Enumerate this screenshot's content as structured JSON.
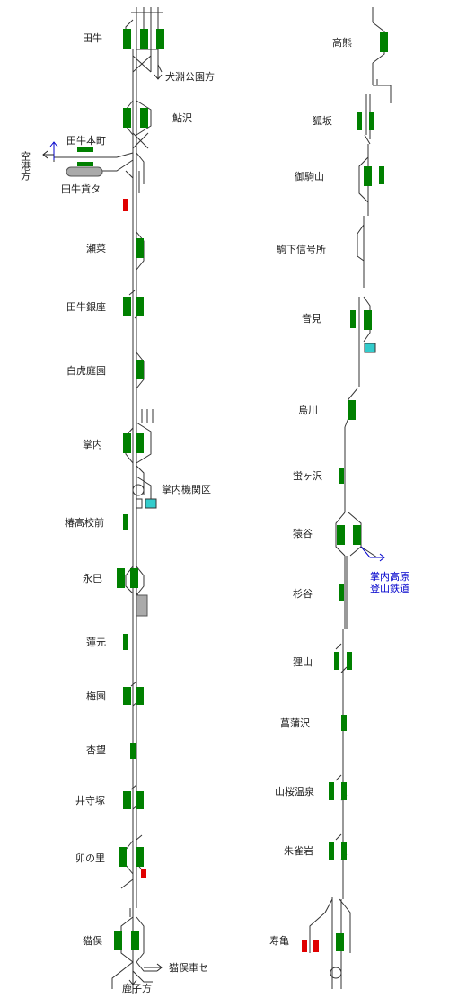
{
  "stations_left": [
    {
      "name": "田牛"
    },
    {
      "name": "鮎沢"
    },
    {
      "name": "田牛本町"
    },
    {
      "name": "田牛貨タ"
    },
    {
      "name": "瀬菜"
    },
    {
      "name": "田牛銀座"
    },
    {
      "name": "白虎庭園"
    },
    {
      "name": "掌内"
    },
    {
      "name": "椿高校前"
    },
    {
      "name": "永巳"
    },
    {
      "name": "蓮元"
    },
    {
      "name": "梅園"
    },
    {
      "name": "杏望"
    },
    {
      "name": "井守塚"
    },
    {
      "name": "卯の里"
    },
    {
      "name": "猫俣"
    }
  ],
  "stations_right": [
    {
      "name": "高熊"
    },
    {
      "name": "狐坂"
    },
    {
      "name": "御駒山"
    },
    {
      "name": "駒下信号所"
    },
    {
      "name": "音見"
    },
    {
      "name": "烏川"
    },
    {
      "name": "蛍ヶ沢"
    },
    {
      "name": "猿谷"
    },
    {
      "name": "杉谷"
    },
    {
      "name": "狸山"
    },
    {
      "name": "菖蒲沢"
    },
    {
      "name": "山桜温泉"
    },
    {
      "name": "朱雀岩"
    },
    {
      "name": "寿亀"
    }
  ],
  "branch_labels": {
    "inubuchi": "犬淵公園方",
    "airport": "空港方",
    "depot": "掌内機関区",
    "nekomata_depot": "猫俣車セ",
    "kako": "鹿子方",
    "mountain_rail_1": "掌内高原",
    "mountain_rail_2": "登山鉄道"
  },
  "colors": {
    "track": "#333333",
    "platform": "#008000",
    "signal_red": "#e00000",
    "depot_cyan": "#33cccc",
    "freight_gray": "#999999",
    "connection_blue": "#0000cc"
  }
}
